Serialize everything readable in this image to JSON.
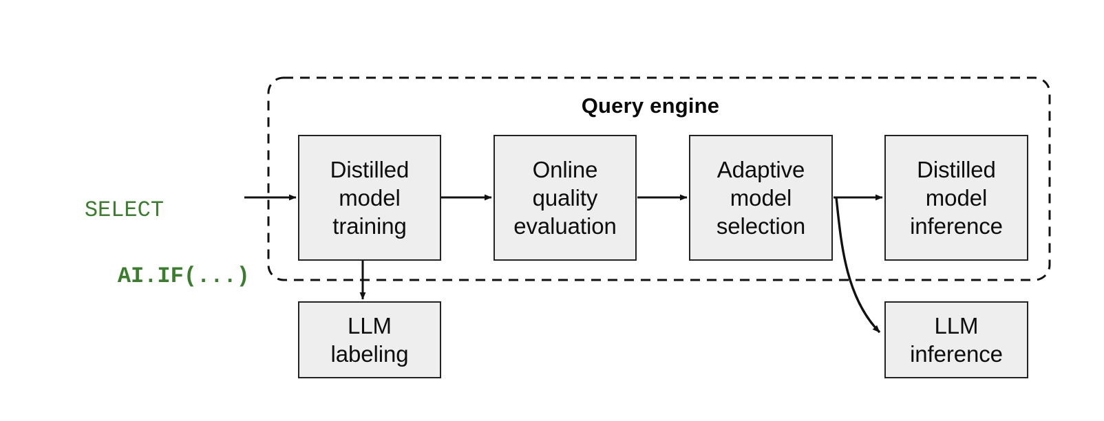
{
  "diagram": {
    "title": "Query engine",
    "background_color": "#ffffff",
    "container": {
      "label": "Query engine",
      "border_style": "dashed",
      "border_color": "#111111"
    },
    "query": {
      "line1": "SELECT",
      "line2": "AI.IF(...)",
      "color": "#3a7d2c"
    },
    "node_style": {
      "fill": "#eeeeee",
      "stroke": "#222222",
      "text_color": "#0d0d0d"
    },
    "nodes": [
      {
        "id": "distilled-model-training",
        "lines": [
          "Distilled",
          "model",
          "training"
        ],
        "inside_container": true
      },
      {
        "id": "online-quality-evaluation",
        "lines": [
          "Online",
          "quality",
          "evaluation"
        ],
        "inside_container": true
      },
      {
        "id": "adaptive-model-selection",
        "lines": [
          "Adaptive",
          "model",
          "selection"
        ],
        "inside_container": true
      },
      {
        "id": "distilled-model-inference",
        "lines": [
          "Distilled",
          "model",
          "inference"
        ],
        "inside_container": true
      },
      {
        "id": "llm-labeling",
        "lines": [
          "LLM",
          "labeling"
        ],
        "inside_container": false
      },
      {
        "id": "llm-inference",
        "lines": [
          "LLM",
          "inference"
        ],
        "inside_container": false
      }
    ],
    "edges": [
      {
        "id": "query-to-training",
        "from": "query",
        "to": "distilled-model-training",
        "style": "straight"
      },
      {
        "id": "training-to-evaluation",
        "from": "distilled-model-training",
        "to": "online-quality-evaluation",
        "style": "straight"
      },
      {
        "id": "evaluation-to-selection",
        "from": "online-quality-evaluation",
        "to": "adaptive-model-selection",
        "style": "straight"
      },
      {
        "id": "selection-to-distilled-inference",
        "from": "adaptive-model-selection",
        "to": "distilled-model-inference",
        "style": "straight"
      },
      {
        "id": "training-to-llm-labeling",
        "from": "distilled-model-training",
        "to": "llm-labeling",
        "style": "straight-down"
      },
      {
        "id": "selection-to-llm-inference",
        "from": "adaptive-model-selection",
        "to": "llm-inference",
        "style": "curved"
      }
    ]
  }
}
